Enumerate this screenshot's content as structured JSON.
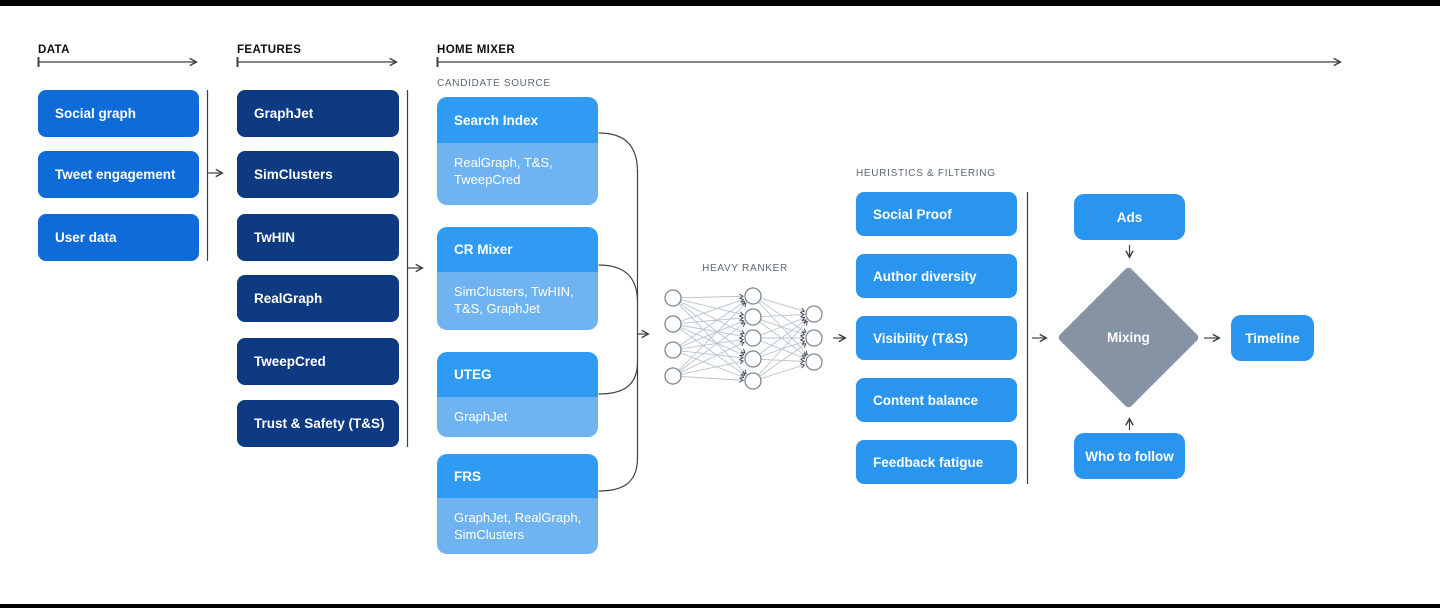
{
  "headers": {
    "data": "DATA",
    "features": "FEATURES",
    "home_mixer": "HOME MIXER"
  },
  "sublabels": {
    "candidate_source": "CANDIDATE SOURCE",
    "heavy_ranker": "HEAVY RANKER",
    "heuristics": "HEURISTICS & FILTERING"
  },
  "data_column": {
    "items": [
      "Social graph",
      "Tweet engagement",
      "User data"
    ]
  },
  "features_column": {
    "items": [
      "GraphJet",
      "SimClusters",
      "TwHIN",
      "RealGraph",
      "TweepCred",
      "Trust & Safety (T&S)"
    ]
  },
  "candidate_sources": {
    "items": [
      {
        "name": "Search Index",
        "uses": "RealGraph, T&S, TweepCred"
      },
      {
        "name": "CR Mixer",
        "uses": "SimClusters, TwHIN, T&S, GraphJet"
      },
      {
        "name": "UTEG",
        "uses": "GraphJet"
      },
      {
        "name": "FRS",
        "uses": "GraphJet, RealGraph, SimClusters"
      }
    ]
  },
  "heuristics_column": {
    "items": [
      "Social Proof",
      "Author diversity",
      "Visibility (T&S)",
      "Content balance",
      "Feedback fatigue"
    ]
  },
  "mixer": {
    "ads": "Ads",
    "mixing": "Mixing",
    "who_to_follow": "Who to follow",
    "timeline": "Timeline"
  },
  "heavy_ranker": {
    "layers": [
      4,
      5,
      3
    ]
  },
  "palette": {
    "data_box": "#0f6bd7",
    "features_box": "#0d3a80",
    "candidate_header": "#2f9bf2",
    "candidate_body": "#6fb4f0",
    "filter_box": "#2a95ef",
    "diamond": "#8593a5",
    "connector": "#3c4148",
    "nn_edge": "#b9c4ce",
    "nn_node_stroke": "#7b8794",
    "frame_bar": "#000000"
  }
}
